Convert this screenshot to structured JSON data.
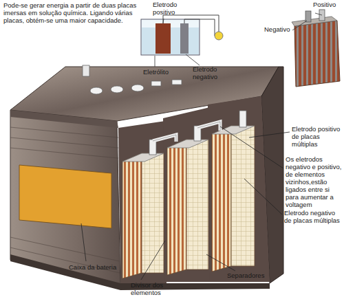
{
  "diagram": {
    "labels": [
      "Pode-se gerar energia a partir de duas placas imersas em solução química. Ligando várias placas, obtém-se uma maior capacidade.",
      "Eletrodo positivo",
      "Eletrólito",
      "Eletrodo negativo",
      "Positivo",
      "Negativo",
      "Eletrodo positivo de placas múltiplas",
      "Os eletrodos negativo e positivo, de elementos vizinhos,estão ligados entre si para aumentar a voltagem",
      "Eletrodo negativo de placas múltiplas",
      "Caixa da bateria",
      "Divisor dos elementos",
      "Separadores"
    ]
  }
}
